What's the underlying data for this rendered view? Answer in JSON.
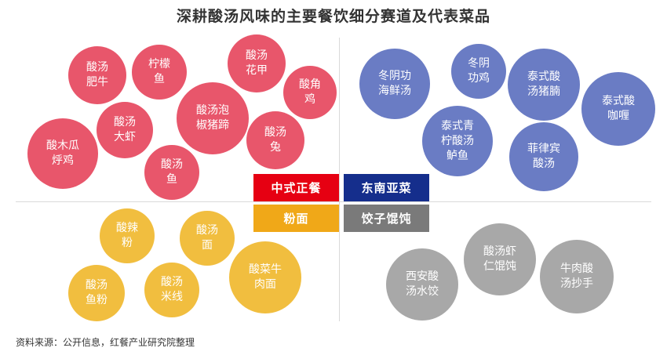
{
  "title": "深耕酸汤风味的主要餐饮细分赛道及代表菜品",
  "colors": {
    "red": "#e8566b",
    "blue": "#6a7cc4",
    "yellow": "#f1be3f",
    "gray": "#a8a8a8",
    "tag_red": "#e60012",
    "tag_navy": "#152e8c",
    "tag_yellow": "#f0a818",
    "tag_gray": "#7a7a7a"
  },
  "categories": [
    {
      "label": "中式正餐"
    },
    {
      "label": "东南亚菜"
    },
    {
      "label": "粉面"
    },
    {
      "label": "饺子馄饨"
    }
  ],
  "dishes": [
    {
      "lines": [
        "酸汤",
        "肥牛"
      ]
    },
    {
      "lines": [
        "柠檬",
        "鱼"
      ]
    },
    {
      "lines": [
        "酸汤",
        "花甲"
      ]
    },
    {
      "lines": [
        "酸角",
        "鸡"
      ]
    },
    {
      "lines": [
        "酸汤泡",
        "椒猪蹄"
      ]
    },
    {
      "lines": [
        "酸汤",
        "大虾"
      ]
    },
    {
      "lines": [
        "酸木瓜",
        "烀鸡"
      ]
    },
    {
      "lines": [
        "酸汤",
        "兔"
      ]
    },
    {
      "lines": [
        "酸汤",
        "鱼"
      ]
    },
    {
      "lines": [
        "冬阴功",
        "海鲜汤"
      ]
    },
    {
      "lines": [
        "冬阴",
        "功鸡"
      ]
    },
    {
      "lines": [
        "泰式酸",
        "汤猪腩"
      ]
    },
    {
      "lines": [
        "泰式酸",
        "咖喱"
      ]
    },
    {
      "lines": [
        "泰式青",
        "柠酸汤",
        "鲈鱼"
      ]
    },
    {
      "lines": [
        "菲律宾",
        "酸汤"
      ]
    },
    {
      "lines": [
        "酸辣",
        "粉"
      ]
    },
    {
      "lines": [
        "酸汤",
        "面"
      ]
    },
    {
      "lines": [
        "酸菜牛",
        "肉面"
      ]
    },
    {
      "lines": [
        "酸汤",
        "鱼粉"
      ]
    },
    {
      "lines": [
        "酸汤",
        "米线"
      ]
    },
    {
      "lines": [
        "酸汤虾",
        "仁馄饨"
      ]
    },
    {
      "lines": [
        "西安酸",
        "汤水饺"
      ]
    },
    {
      "lines": [
        "牛肉酸",
        "汤抄手"
      ]
    }
  ],
  "source": "资料来源：公开信息，红餐产业研究院整理"
}
